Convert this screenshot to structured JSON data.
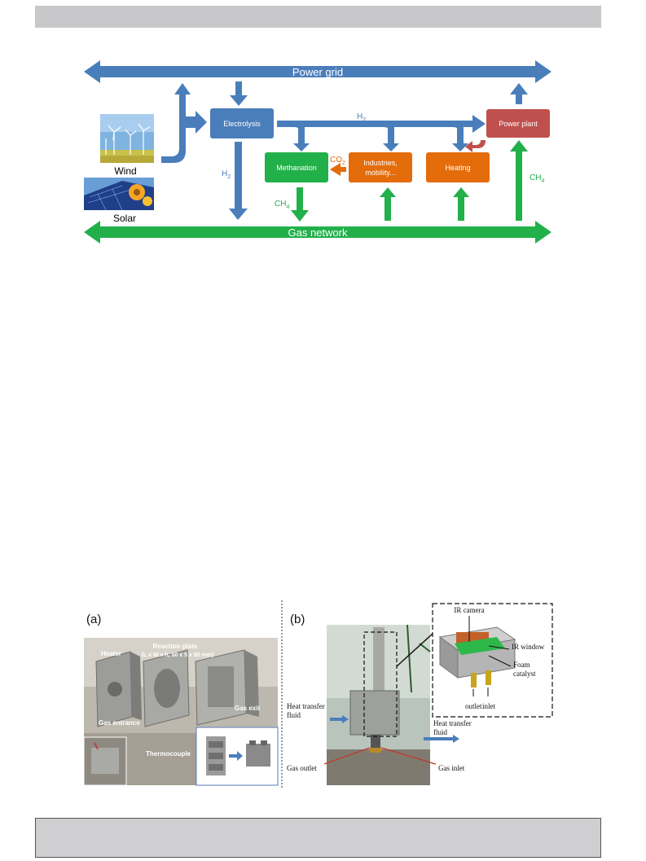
{
  "diagram1": {
    "power_grid": "Power grid",
    "gas_network": "Gas network",
    "wind": "Wind",
    "solar": "Solar",
    "electrolysis": "Electrolysis",
    "power_plant": "Power plant",
    "methanation": "Methanation",
    "industries_line1": "Industries,",
    "industries_line2": "mobility...",
    "heating": "Heating",
    "h2": "H",
    "h2_sub": "2",
    "co2": "CO",
    "co2_sub": "2",
    "ch4": "CH",
    "ch4_sub": "4",
    "colors": {
      "blue": "#4a7ebb",
      "green": "#22b04a",
      "orange": "#e46c0a",
      "red": "#c0504d"
    }
  },
  "figure2": {
    "panel_a": {
      "label": "(a)",
      "heater": "Heater",
      "reaction_plate_line1": "Reaction plate",
      "reaction_plate_line2": "(L x W x h, 50 x 5 x 50 mm)",
      "gas_entrance": "Gas entrance",
      "gas_exit": "Gas exit",
      "thermocouple": "Thermocouple"
    },
    "panel_b": {
      "label": "(b)",
      "ir_camera": "IR camera",
      "ir_window": "IR window",
      "foam_line1": "Foam",
      "foam_line2": "catalyst",
      "outlet": "outlet",
      "inlet": "inlet",
      "htf_line1": "Heat transfer",
      "htf_line2": "fluid",
      "gas_outlet": "Gas outlet",
      "gas_inlet": "Gas inlet"
    }
  }
}
